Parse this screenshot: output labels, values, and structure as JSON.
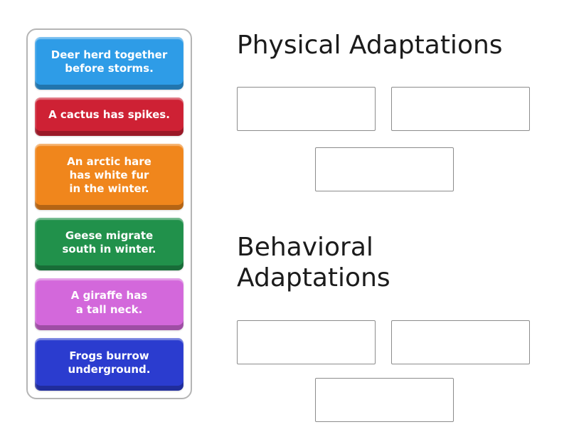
{
  "cards": [
    {
      "label": "Deer herd together\nbefore storms.",
      "color": "#2e9ce7"
    },
    {
      "label": "A cactus has spikes.",
      "color": "#ce2134"
    },
    {
      "label": "An arctic hare\nhas white fur\nin the winter.",
      "color": "#f0861c"
    },
    {
      "label": "Geese migrate\nsouth in winter.",
      "color": "#21914b"
    },
    {
      "label": "A giraffe has\na tall neck.",
      "color": "#d368db"
    },
    {
      "label": "Frogs burrow\nunderground.",
      "color": "#2b3ccf"
    }
  ],
  "groups": [
    {
      "title": "Physical Adaptations"
    },
    {
      "title": "Behavioral Adaptations"
    }
  ]
}
